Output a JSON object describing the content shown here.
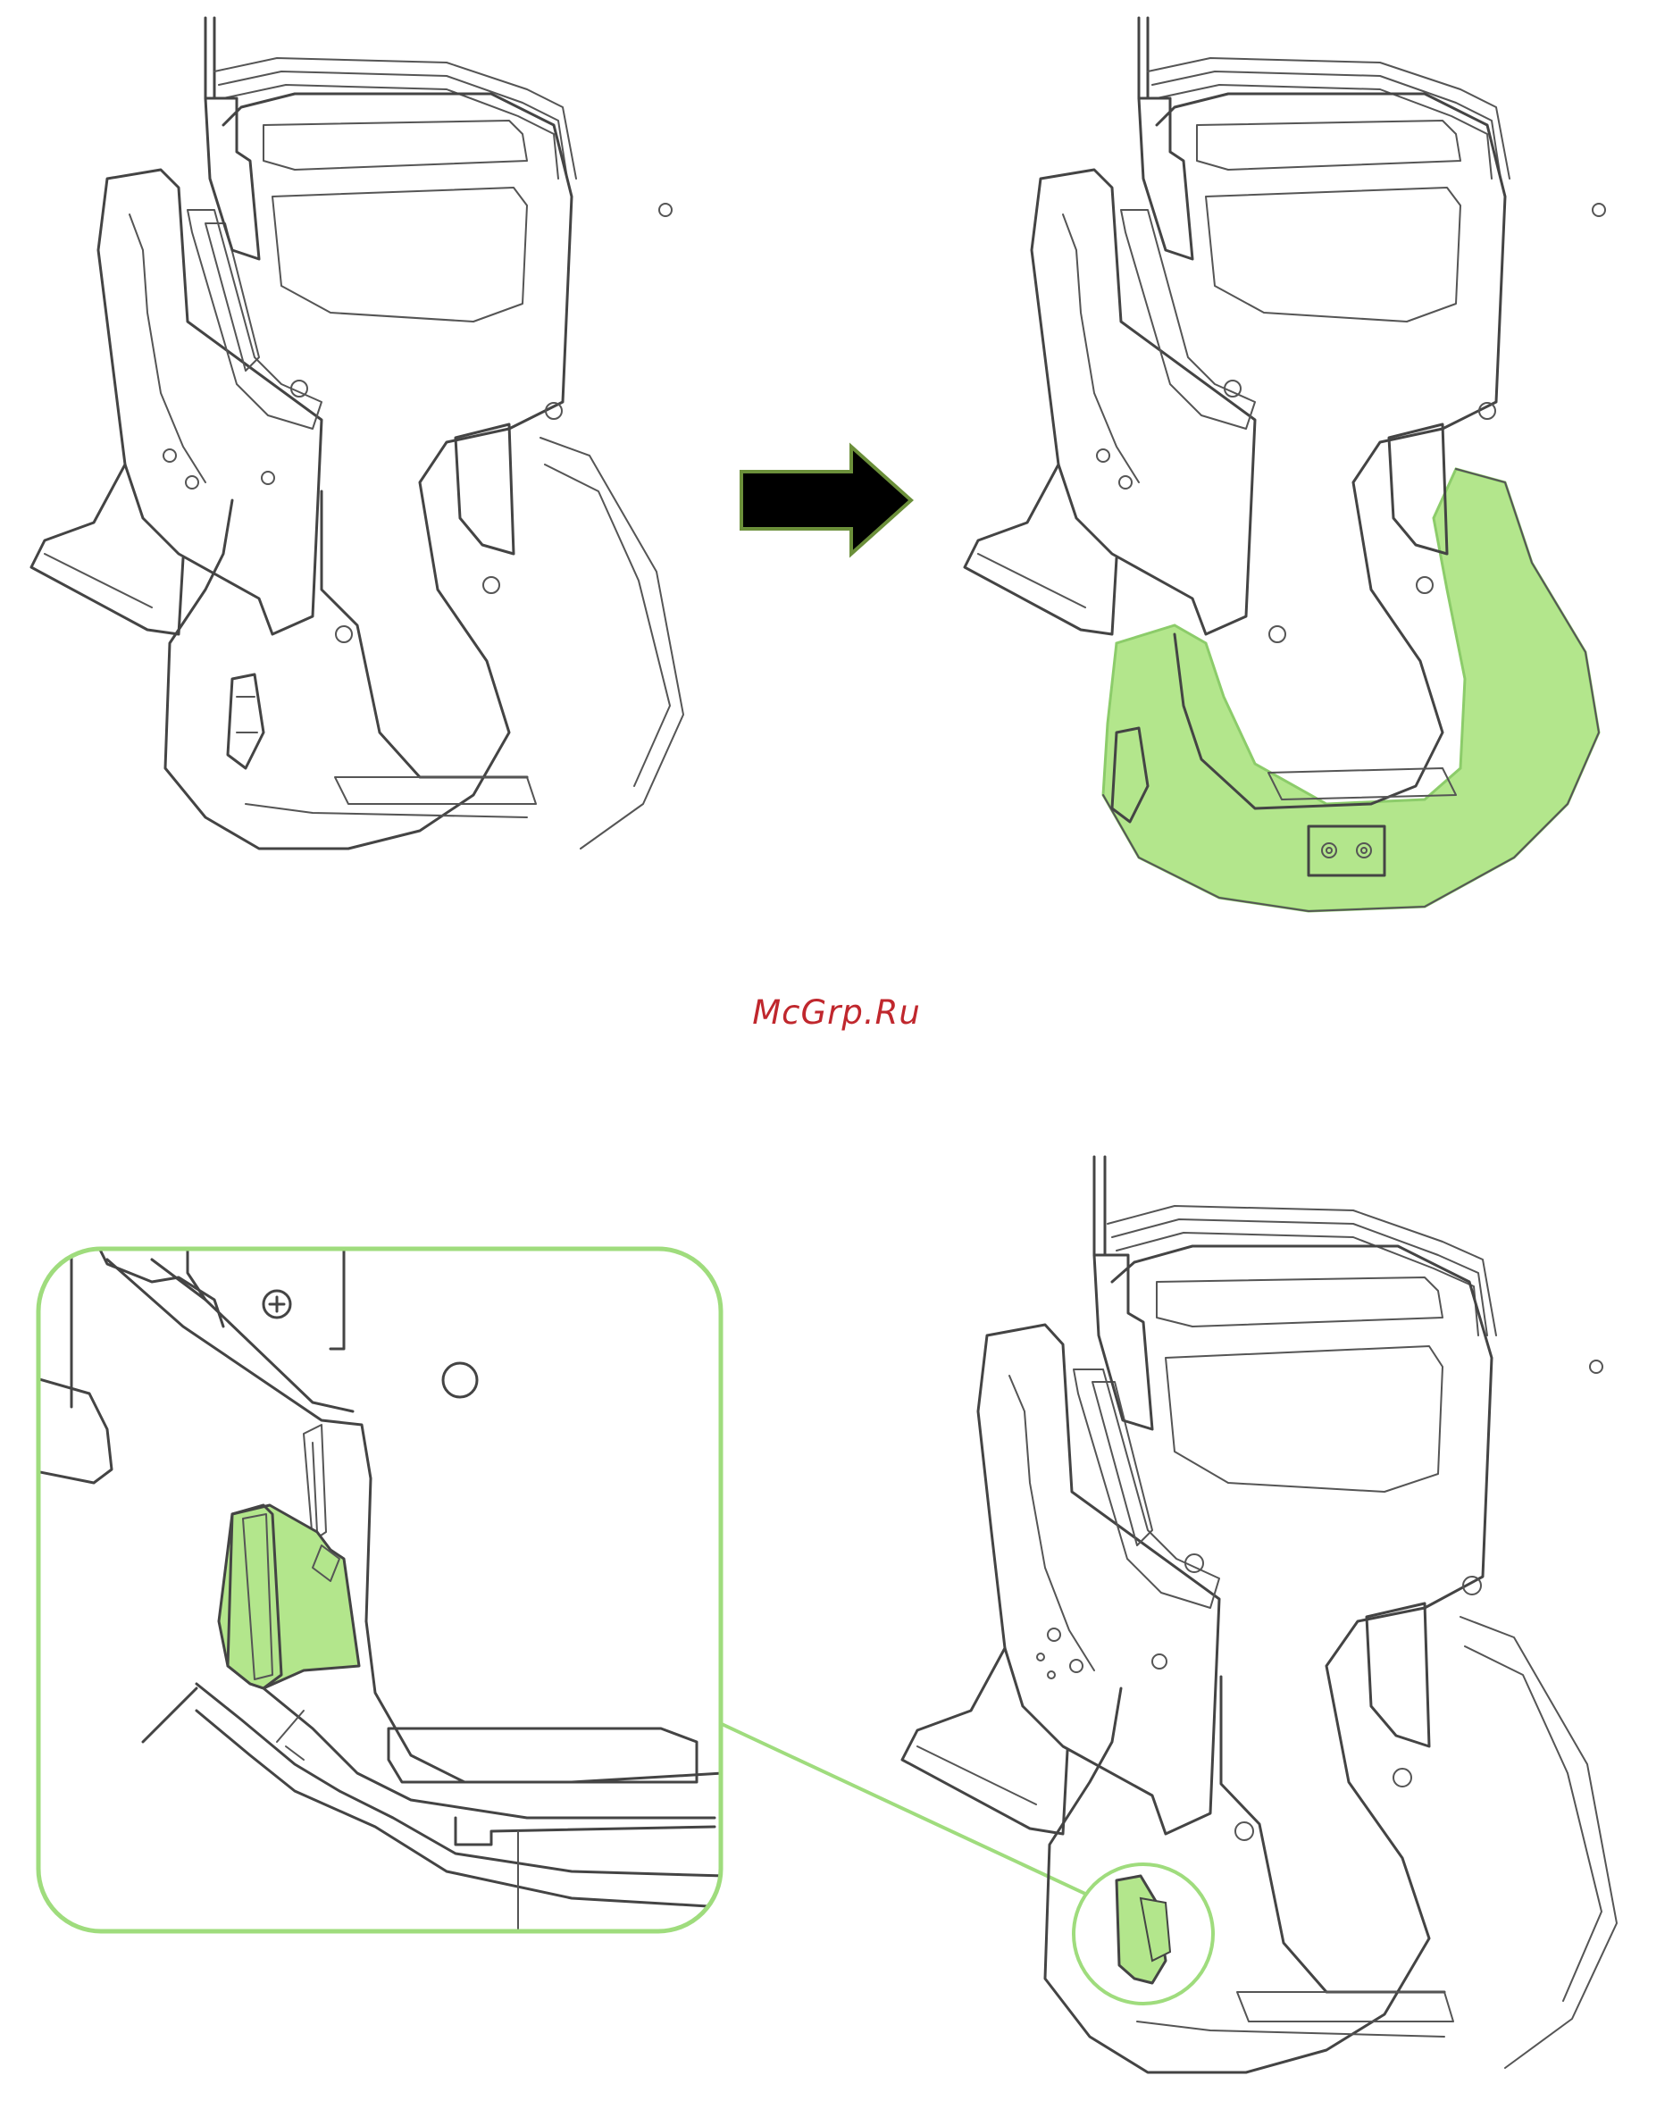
{
  "watermark": {
    "text": "McGrp.Ru",
    "color": "#c0272d"
  },
  "colors": {
    "highlight_fill": "#b3e68c",
    "highlight_stroke": "#8ccc6a",
    "callout_stroke": "#9fdc7d",
    "arrow_fill": "#000000",
    "arrow_outline": "#6b8f3a",
    "line_art": "#444444"
  },
  "figures": [
    {
      "name": "mouse-before",
      "icon": "gaming-mouse-line-art"
    },
    {
      "name": "arrow",
      "icon": "right-arrow-icon"
    },
    {
      "name": "mouse-after-with-green-base",
      "icon": "gaming-mouse-line-art"
    },
    {
      "name": "callout-zoom",
      "icon": "magnified-latch-detail"
    },
    {
      "name": "mouse-with-latch-highlight",
      "icon": "gaming-mouse-line-art"
    }
  ]
}
